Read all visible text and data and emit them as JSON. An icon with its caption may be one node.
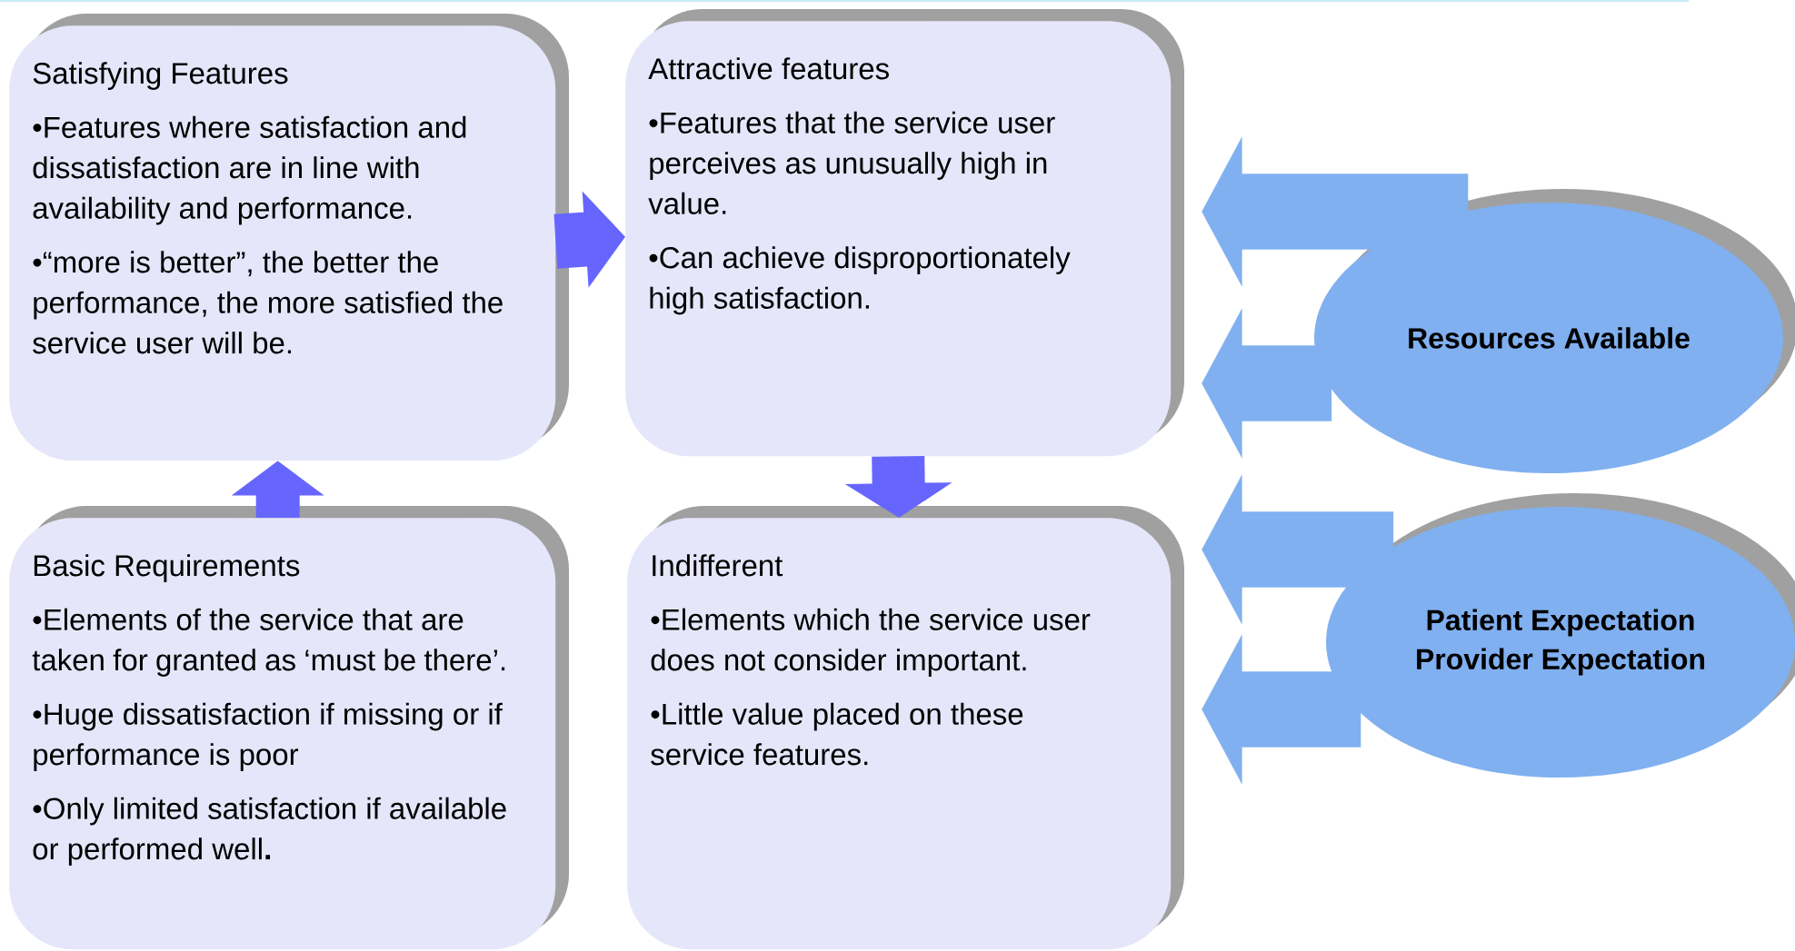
{
  "diagram": {
    "nodes": [
      {
        "text": [
          "Satisfying Features",
          "•Features where satisfaction and dissatisfaction are in line with availability and performance.",
          "•“more is better”, the better the performance, the more satisfied the service user will be."
        ]
      },
      {
        "text": [
          "Attractive features",
          "•Features that the service user perceives as unusually high in value.",
          "•Can achieve disproportionately high satisfaction."
        ]
      },
      {
        "text": [
          "Basic Requirements",
          "•Elements of the service that are taken for granted as ‘must be there’.",
          "•Huge dissatisfaction if missing or if performance is poor",
          "•Only limited satisfaction if available or performed well**.**"
        ]
      },
      {
        "text": [
          "Indifferent",
          "•Elements which the service user does not consider important.",
          "•Little value placed on these service features."
        ]
      },
      {
        "text": [
          "Resources Available"
        ]
      },
      {
        "text": [
          "Patient Expectation",
          "Provider Expectation"
        ]
      }
    ],
    "edges": [
      {
        "from": 2,
        "to": 0,
        "arrow": "to",
        "color": "#6666ff"
      },
      {
        "from": 0,
        "to": 1,
        "arrow": "to",
        "color": "#6666ff"
      },
      {
        "from": 1,
        "to": 3,
        "arrow": "to",
        "color": "#6666ff"
      },
      {
        "from": 4,
        "to": 1,
        "arrow": "to",
        "color": "#80b0f0"
      },
      {
        "from": 4,
        "to": 1,
        "arrow": "to",
        "color": "#80b0f0"
      },
      {
        "from": 5,
        "to": 3,
        "arrow": "to",
        "color": "#80b0f0"
      },
      {
        "from": 5,
        "to": 3,
        "arrow": "to",
        "color": "#80b0f0"
      }
    ]
  }
}
